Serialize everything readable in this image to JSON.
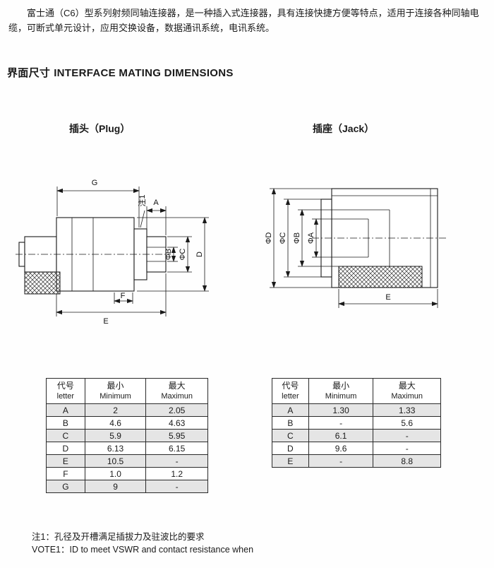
{
  "page": {
    "intro": "富士通（C6）型系列射频同轴连接器，是一种插入式连接器，具有连接快捷方便等特点，适用于连接各种同轴电缆，可断式单元设计，应用交换设备，数据通讯系统，电讯系统。",
    "section_title_cn": "界面尺寸",
    "section_title_en": "INTERFACE MATING DIMENSIONS",
    "plug_label": "插头（Plug）",
    "jack_label": "插座（Jack）",
    "note_line1": "注1：孔径及开槽满足插拔力及驻波比的要求",
    "note_line2": "VOTE1：ID to meet VSWR and contact resistance when"
  },
  "plug_diagram": {
    "dim_g": "G",
    "note_ref": "注1",
    "dim_a": "A",
    "dim_phi_b": "ΦB",
    "dim_phi_c": "ΦC",
    "dim_d": "D",
    "dim_f": "F",
    "dim_e": "E"
  },
  "jack_diagram": {
    "dim_phi_d": "ΦD",
    "dim_phi_c": "ΦC",
    "dim_phi_b": "ΦB",
    "dim_phi_a": "ΦA",
    "dim_e": "E"
  },
  "plug_table": {
    "headers": {
      "letter_cn": "代号",
      "letter_en": "letter",
      "min_cn": "最小",
      "min_en": "Minimum",
      "max_cn": "最大",
      "max_en": "Maximun"
    },
    "rows": [
      {
        "letter": "A",
        "min": "2",
        "max": "2.05"
      },
      {
        "letter": "B",
        "min": "4.6",
        "max": "4.63"
      },
      {
        "letter": "C",
        "min": "5.9",
        "max": "5.95"
      },
      {
        "letter": "D",
        "min": "6.13",
        "max": "6.15"
      },
      {
        "letter": "E",
        "min": "10.5",
        "max": "-"
      },
      {
        "letter": "F",
        "min": "1.0",
        "max": "1.2"
      },
      {
        "letter": "G",
        "min": "9",
        "max": "-"
      }
    ]
  },
  "jack_table": {
    "headers": {
      "letter_cn": "代号",
      "letter_en": "letter",
      "min_cn": "最小",
      "min_en": "Minimum",
      "max_cn": "最大",
      "max_en": "Maximun"
    },
    "rows": [
      {
        "letter": "A",
        "min": "1.30",
        "max": "1.33"
      },
      {
        "letter": "B",
        "min": "-",
        "max": "5.6"
      },
      {
        "letter": "C",
        "min": "6.1",
        "max": "-"
      },
      {
        "letter": "D",
        "min": "9.6",
        "max": "-"
      },
      {
        "letter": "E",
        "min": "-",
        "max": "8.8"
      }
    ]
  }
}
